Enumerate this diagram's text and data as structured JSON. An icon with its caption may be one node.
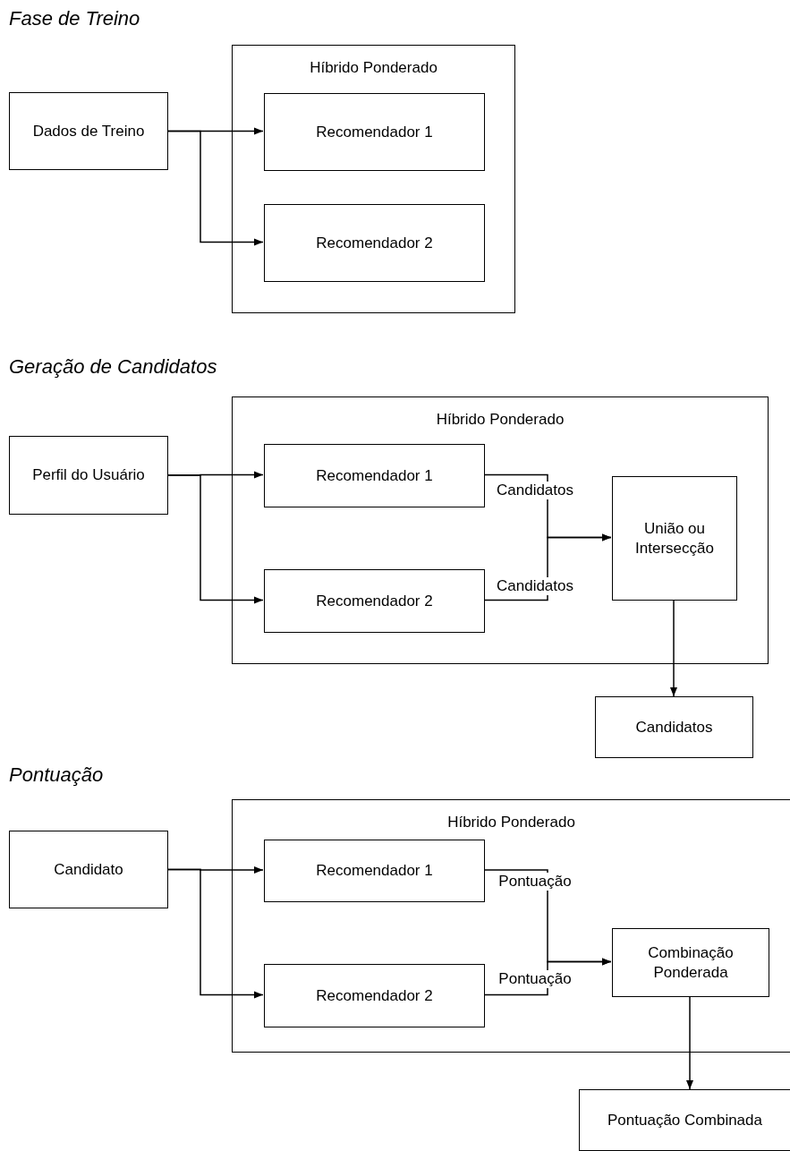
{
  "diagram": {
    "nodes": [
      {
        "text": [
          "Híbrido Ponderado"
        ]
      },
      {
        "text": [
          "Dados de Treino"
        ]
      },
      {
        "text": [
          "Recomendador 1"
        ],
        "in": 0
      },
      {
        "text": [
          "Recomendador 2"
        ],
        "in": 0
      },
      {
        "text": [
          "Híbrido Ponderado"
        ]
      },
      {
        "text": [
          "Perfil do Usuário"
        ]
      },
      {
        "text": [
          "Recomendador 1"
        ],
        "in": 4
      },
      {
        "text": [
          "Recomendador 2"
        ],
        "in": 4
      },
      {
        "text": [
          "União ou Intersecção"
        ],
        "in": 4
      },
      {
        "text": [
          "Candidatos"
        ]
      },
      {
        "text": [
          "Híbrido Ponderado"
        ]
      },
      {
        "text": [
          "Candidato"
        ]
      },
      {
        "text": [
          "Recomendador 1"
        ],
        "in": 10
      },
      {
        "text": [
          "Recomendador 2"
        ],
        "in": 10
      },
      {
        "text": [
          "Combinação Ponderada"
        ],
        "in": 10
      },
      {
        "text": [
          "Pontuação Combinada"
        ]
      }
    ],
    "edges": [
      {
        "from": 1,
        "to": 2,
        "arrow": "to"
      },
      {
        "from": 1,
        "to": 3,
        "arrow": "to"
      },
      {
        "from": 5,
        "to": 6,
        "arrow": "to"
      },
      {
        "from": 5,
        "to": 7,
        "arrow": "to"
      },
      {
        "from": 6,
        "to": 8,
        "arrow": "to",
        "label": "Candidatos"
      },
      {
        "from": 7,
        "to": 8,
        "arrow": "to",
        "label": "Candidatos"
      },
      {
        "from": 8,
        "to": 9,
        "arrow": "to"
      },
      {
        "from": 11,
        "to": 12,
        "arrow": "to"
      },
      {
        "from": 11,
        "to": 13,
        "arrow": "to"
      },
      {
        "from": 12,
        "to": 14,
        "arrow": "to",
        "label": "Pontuação"
      },
      {
        "from": 13,
        "to": 14,
        "arrow": "to",
        "label": "Pontuação"
      },
      {
        "from": 14,
        "to": 15,
        "arrow": "to"
      }
    ],
    "labels": [
      "Fase de Treino",
      "Geração de Candidatos",
      "Pontuação"
    ]
  }
}
